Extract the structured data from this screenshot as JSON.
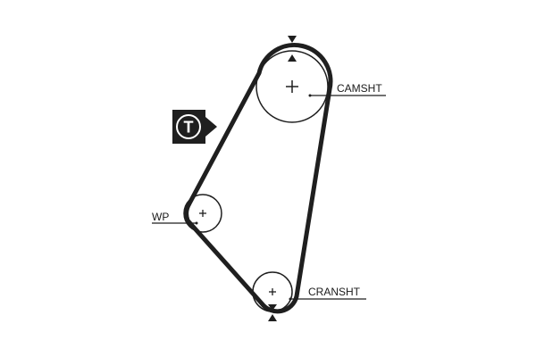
{
  "diagram": {
    "tensioner_symbol": "T",
    "labels": {
      "camshaft": "CAMSHT",
      "water_pump": "WP",
      "crankshaft": "CRANSHT"
    },
    "colors": {
      "belt": "#1f1f1f",
      "pulley_outline": "#1f1f1f",
      "background": "#ffffff",
      "tensioner_badge": "#1f1f1f"
    },
    "icons": {
      "tensioner": "tensioner-badge-icon",
      "timing_mark_top": "triangle-marker-icon",
      "timing_mark_bottom": "triangle-marker-icon",
      "center_mark": "plus-icon"
    }
  }
}
